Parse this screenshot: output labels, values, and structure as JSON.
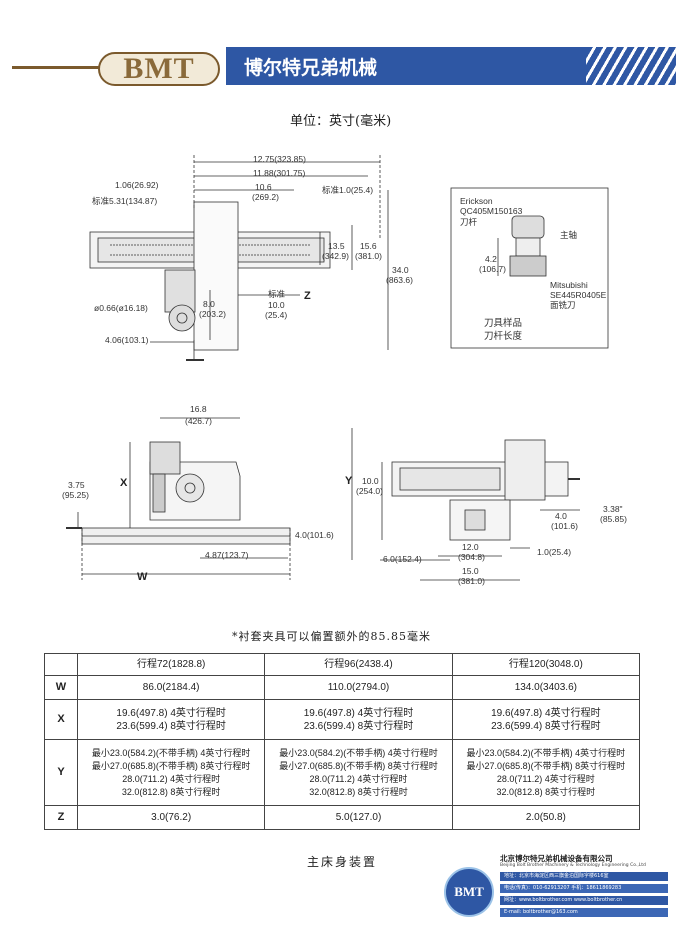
{
  "header": {
    "logo_text": "BMT",
    "title": "博尔特兄弟机械"
  },
  "unit_line": "单位：英寸(毫米)",
  "top_view": {
    "dim_1": "12.75(323.85)",
    "dim_2": "11.88(301.75)",
    "dim_3a": "10.6",
    "dim_3b": "(269.2)",
    "dim_4": "1.06(26.92)",
    "dim_5": "标准5.31(134.87)",
    "dim_6": "标准1.0(25.4)",
    "dim_7a": "13.5",
    "dim_7b": "(342.9)",
    "dim_8a": "15.6",
    "dim_8b": "(381.0)",
    "dim_9a": "34.0",
    "dim_9b": "(863.6)",
    "dim_10": "ø0.66(ø16.18)",
    "dim_11a": "8.0",
    "dim_11b": "(203.2)",
    "dim_12": "标准",
    "z_label": "Z",
    "dim_13a": "10.0",
    "dim_13b": "(25.4)",
    "dim_14": "4.06(103.1)"
  },
  "tool_box": {
    "brand_1": "Erickson",
    "model_1": "QC405M150163",
    "part_1": "刀杆",
    "spindle": "主轴",
    "dim_a": "4.2",
    "dim_b": "(106.7)",
    "brand_2": "Mitsubishi",
    "model_2": "SE445R0405E",
    "part_2": "面铣刀",
    "caption_1": "刀具样品",
    "caption_2": "刀杆长度"
  },
  "front_view": {
    "dim_1a": "16.8",
    "dim_1b": "(426.7)",
    "x_label": "X",
    "dim_2a": "3.75",
    "dim_2b": "(95.25)",
    "dim_3": "4.0(101.6)",
    "dim_4": "4.87(123.7)",
    "w_label": "W"
  },
  "side_view": {
    "y_label": "Y",
    "dim_1a": "10.0",
    "dim_1b": "(254.0)",
    "dim_2a": "3.38\"",
    "dim_2b": "(85.85)",
    "dim_3a": "4.0",
    "dim_3b": "(101.6)",
    "dim_4a": "12.0",
    "dim_4b": "(304.8)",
    "dim_5": "1.0(25.4)",
    "dim_6": "6.0(152.4)",
    "dim_7a": "15.0",
    "dim_7b": "(381.0)"
  },
  "note": "*衬套夹具可以偏置额外的85.85毫米",
  "table": {
    "columns": [
      "行程72(1828.8)",
      "行程96(2438.4)",
      "行程120(3048.0)"
    ],
    "rows": [
      {
        "head": "W",
        "cells": [
          [
            "86.0(2184.4)"
          ],
          [
            "110.0(2794.0)"
          ],
          [
            "134.0(3403.6)"
          ]
        ]
      },
      {
        "head": "X",
        "cells": [
          [
            "19.6(497.8)  4英寸行程时",
            "23.6(599.4)  8英寸行程时"
          ],
          [
            "19.6(497.8)  4英寸行程时",
            "23.6(599.4)  8英寸行程时"
          ],
          [
            "19.6(497.8)  4英寸行程时",
            "23.6(599.4)  8英寸行程时"
          ]
        ]
      },
      {
        "head": "Y",
        "cells": [
          [
            "最小23.0(584.2)(不带手柄) 4英寸行程时",
            "最小27.0(685.8)(不带手柄) 8英寸行程时",
            "28.0(711.2)  4英寸行程时",
            "32.0(812.8)  8英寸行程时"
          ],
          [
            "最小23.0(584.2)(不带手柄) 4英寸行程时",
            "最小27.0(685.8)(不带手柄) 8英寸行程时",
            "28.0(711.2)  4英寸行程时",
            "32.0(812.8)  8英寸行程时"
          ],
          [
            "最小23.0(584.2)(不带手柄) 4英寸行程时",
            "最小27.0(685.8)(不带手柄) 8英寸行程时",
            "28.0(711.2)  4英寸行程时",
            "32.0(812.8)  8英寸行程时"
          ]
        ]
      },
      {
        "head": "Z",
        "cells": [
          [
            "3.0(76.2)"
          ],
          [
            "5.0(127.0)"
          ],
          [
            "2.0(50.8)"
          ]
        ]
      }
    ]
  },
  "footer": {
    "section_title": "主床身装置",
    "company": "北京博尔特兄弟机械设备有限公司",
    "company_en": "Beijing Bolt Brother Machinery & Technology Engineering Co.,Ltd",
    "address": "地址：北京市海淀区西三旗金泊国际字楼616室",
    "phone": "电话(传真)：010-62913207     手机：18611869283",
    "web": "网址：www.boltbrother.com      www.boltbrother.cn",
    "email": "E-mail: boltbrother@163.com",
    "badge": "BMT"
  }
}
